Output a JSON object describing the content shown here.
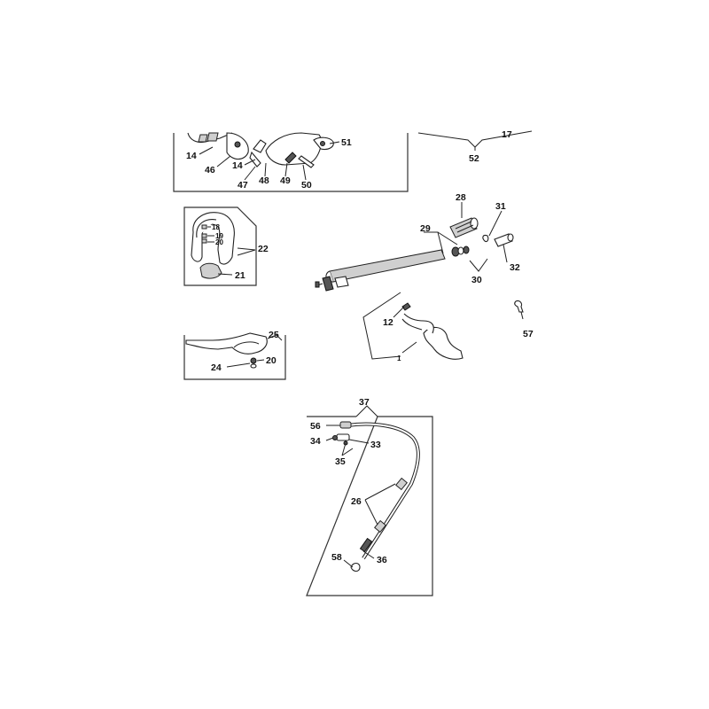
{
  "callouts": {
    "c14a": "14",
    "c46": "46",
    "c14b": "14",
    "c47": "47",
    "c48": "48",
    "c49": "49",
    "c50": "50",
    "c51": "51",
    "c52": "52",
    "c17": "17",
    "c18": "18",
    "c19": "19",
    "c20a": "20",
    "c21": "21",
    "c22": "22",
    "c28": "28",
    "c29": "29",
    "c30": "30",
    "c31": "31",
    "c32": "32",
    "c12": "12",
    "c1": "1",
    "c57": "57",
    "c25": "25",
    "c24": "24",
    "c20b": "20",
    "c37": "37",
    "c56": "56",
    "c34": "34",
    "c33": "33",
    "c35": "35",
    "c26": "26",
    "c58": "58",
    "c36": "36"
  }
}
